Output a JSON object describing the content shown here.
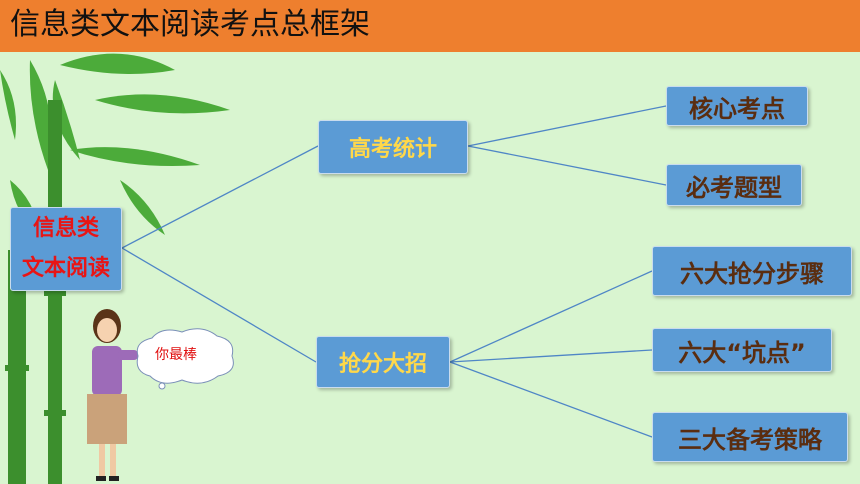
{
  "title": "信息类文本阅读考点总框架",
  "root": {
    "line1": "信息类",
    "line2": "文本阅读"
  },
  "branches": [
    {
      "label": "高考统计",
      "children": [
        "核心考点",
        "必考题型"
      ]
    },
    {
      "label": "抢分大招",
      "children": [
        "六大抢分步骤",
        "六大“坑点”",
        "三大备考策略"
      ]
    }
  ],
  "speech_bubble": "你最棒",
  "colors": {
    "title_bar": "#ee7f2e",
    "background": "#d9f5d0",
    "node_fill": "#5b9bd5",
    "root_text": "#e81515",
    "branch_text": "#ffd84a",
    "leaf_text": "#5a2d10"
  }
}
